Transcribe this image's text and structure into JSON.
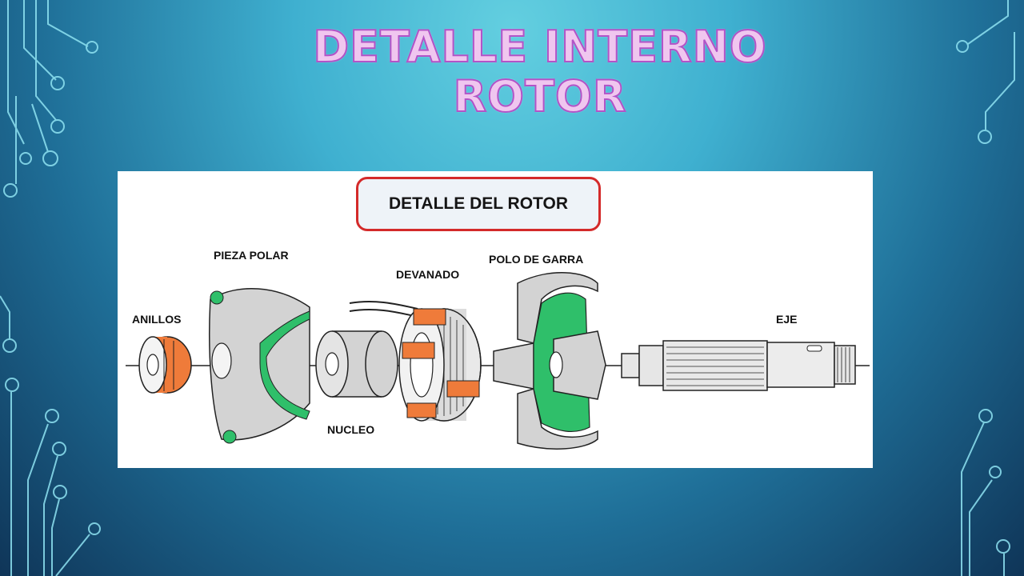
{
  "slide": {
    "title_line1": "DETALLE INTERNO",
    "title_line2": "ROTOR"
  },
  "diagram": {
    "heading": "DETALLE DEL ROTOR",
    "labels": {
      "anillos": "ANILLOS",
      "pieza_polar": "PIEZA POLAR",
      "nucleo": "NUCLEO",
      "devanado": "DEVANADO",
      "polo_de_garra": "POLO DE GARRA",
      "eje": "EJE"
    }
  },
  "colors": {
    "title_fill": "#f0c6ef",
    "title_outline": "#b253c7",
    "heading_border": "#d42a2a",
    "accent_orange": "#ef7b3a",
    "accent_green": "#2fbf6a",
    "part_gray": "#d3d3d3"
  }
}
